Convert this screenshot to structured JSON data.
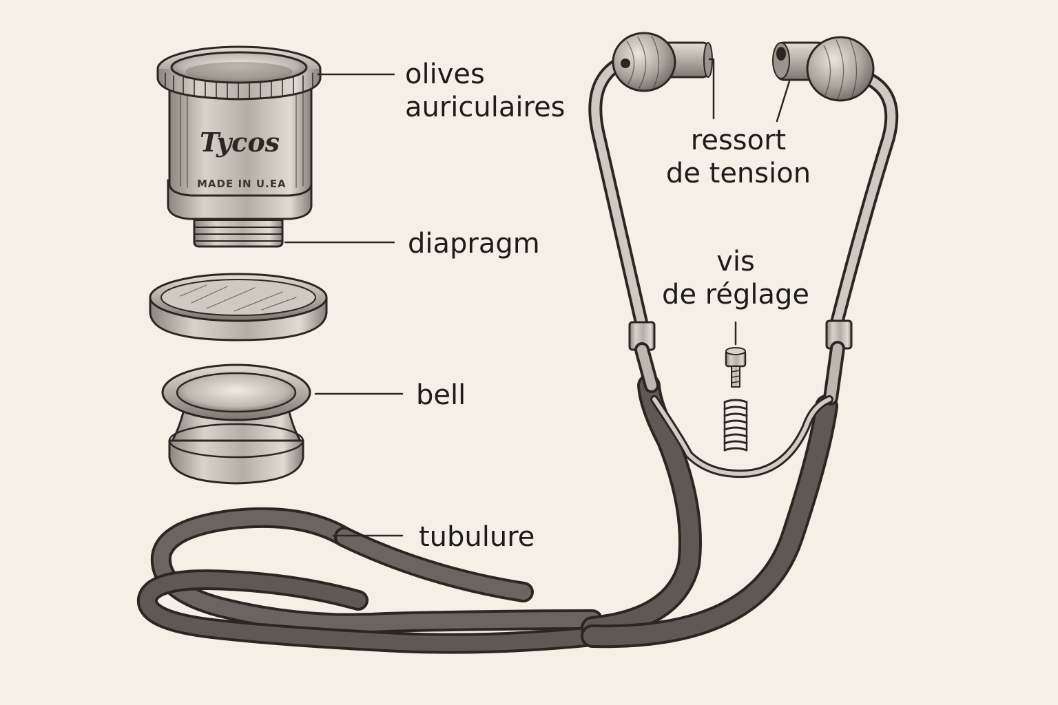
{
  "labels": {
    "earpieces": [
      "olives",
      "auriculaires"
    ],
    "diaphragm": "diapragm",
    "bell": "bell",
    "tubing": "tubulure",
    "spring": [
      "ressort",
      "de tension"
    ],
    "screw": [
      "vis",
      "de réglage"
    ]
  },
  "chestpiece_engraving": {
    "brand": "Tycos",
    "mark": "MADE IN U.EA"
  },
  "colors": {
    "paper": "#f4f0e6",
    "ink": "#2a2622",
    "metal": "#b9b4aa",
    "tubing": "#5e5953"
  }
}
